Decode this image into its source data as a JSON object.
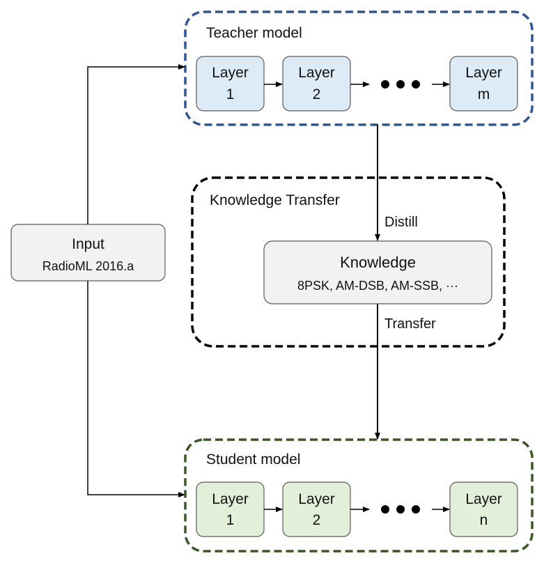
{
  "colors": {
    "teacher_border": "#2f5597",
    "student_border": "#385723",
    "transfer_border": "#000000",
    "teacher_fill": "#ddebf7",
    "student_fill": "#e2f0d9",
    "neutral_fill": "#f2f2f2",
    "node_border": "#595959"
  },
  "input": {
    "title": "Input",
    "subtitle": "RadioML 2016.a"
  },
  "teacher": {
    "label": "Teacher model",
    "layers": [
      {
        "line1": "Layer",
        "line2": "1"
      },
      {
        "line1": "Layer",
        "line2": "2"
      },
      {
        "line1": "Layer",
        "line2": "m"
      }
    ],
    "ellipsis": "● ● ●"
  },
  "transfer": {
    "label": "Knowledge Transfer",
    "distill_label": "Distill",
    "transfer_label": "Transfer",
    "knowledge": {
      "title": "Knowledge",
      "subtitle": "8PSK, AM-DSB, AM-SSB, ···"
    }
  },
  "student": {
    "label": "Student model",
    "layers": [
      {
        "line1": "Layer",
        "line2": "1"
      },
      {
        "line1": "Layer",
        "line2": "2"
      },
      {
        "line1": "Layer",
        "line2": "n"
      }
    ],
    "ellipsis": "● ● ●"
  }
}
